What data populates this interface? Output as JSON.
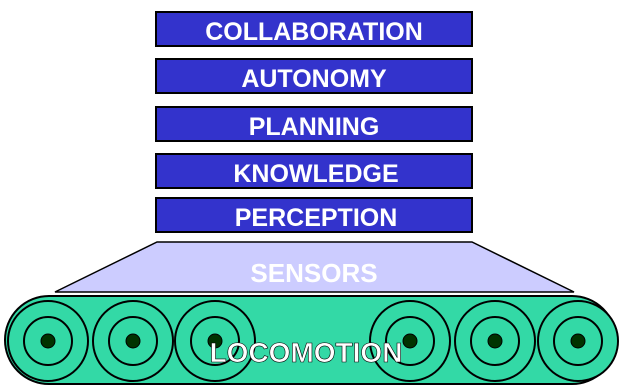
{
  "layers": [
    {
      "id": "collaboration",
      "label": "COLLABORATION"
    },
    {
      "id": "autonomy",
      "label": "AUTONOMY"
    },
    {
      "id": "planning",
      "label": "PLANNING"
    },
    {
      "id": "knowledge",
      "label": "KNOWLEDGE"
    },
    {
      "id": "perception",
      "label": "PERCEPTION"
    }
  ],
  "sensors": {
    "label": "SENSORS"
  },
  "locomotion": {
    "label": "LOCOMOTION"
  },
  "colors": {
    "layer_fill": "#3333cc",
    "layer_text": "#ffffff",
    "sensors_fill": "#ccccff",
    "sensors_text": "#ffffff",
    "tread_fill": "#33d9a6",
    "wheel_fill": "#33d9a6",
    "hub_fill": "#003300",
    "outline": "#000000"
  }
}
